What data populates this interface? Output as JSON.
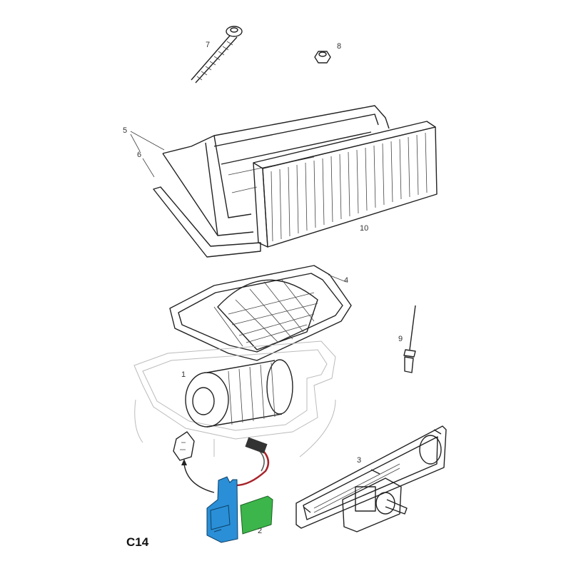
{
  "diagram": {
    "code": "C14",
    "callouts": {
      "p1": "1",
      "p2": "2",
      "p3": "3",
      "p4": "4",
      "p5": "5",
      "p6": "6",
      "p7": "7",
      "p8": "8",
      "p9": "9",
      "p10": "10"
    },
    "colors": {
      "resistor_bracket": "#2a8fd6",
      "resistor_body": "#3cb64a",
      "wire": "#a8232a"
    }
  }
}
